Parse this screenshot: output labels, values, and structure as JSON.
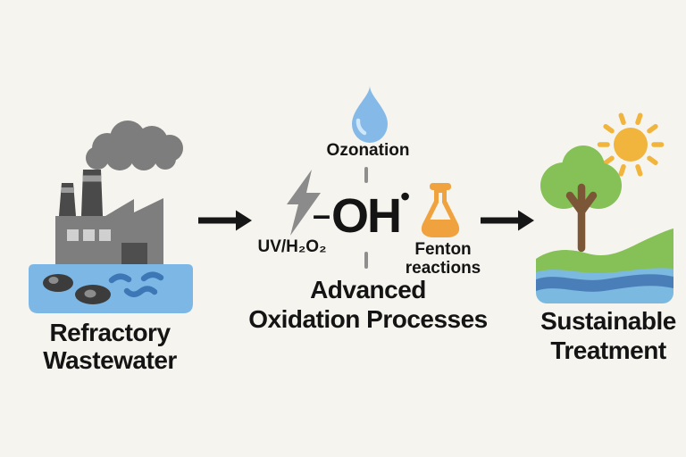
{
  "diagram": {
    "source": {
      "icon": "factory-icon",
      "label": [
        "Refractory",
        "Wastewater"
      ]
    },
    "process": {
      "title": [
        "Advanced",
        "Oxidation Processes"
      ],
      "hydroxyl": {
        "bond": "–",
        "formula": "OH",
        "radical_dot": "•"
      },
      "methods": [
        {
          "icon": "water-droplet-icon",
          "label": "Ozonation"
        },
        {
          "icon": "lightning-bolt-icon",
          "label": "UV/H₂O₂"
        },
        {
          "icon": "flask-icon",
          "label": "Fenton",
          "label2": "reactions"
        }
      ]
    },
    "result": {
      "icon": "ecosystem-icon",
      "label": [
        "Sustainable",
        "Treatment"
      ]
    },
    "connectors": [
      "arrow-right",
      "arrow-right"
    ]
  },
  "palette": {
    "background": "#f6f4ee",
    "text": "#141414",
    "factory_body_gray": "#7e7e7e",
    "chimney_dark_gray": "#4a4a4a",
    "smoke_gray": "#7d7d7d",
    "window_gray": "#d0d0d0",
    "basin_water_blue": "#7cb7e5",
    "sludge_dark": "#3c3c3c",
    "wave_blue": "#3e77b5",
    "droplet_blue": "#84b9e8",
    "bolt_gray": "#8b8b8b",
    "flask_orange": "#f0a23e",
    "sun_yellow": "#f1b43c",
    "leaf_green": "#85c157",
    "trunk_brown": "#7c5737",
    "river_light_blue": "#7cb9e0",
    "river_dark_blue": "#4a7eb8",
    "arrow_black": "#161616",
    "connector_dash_gray": "#8e8e8e"
  }
}
